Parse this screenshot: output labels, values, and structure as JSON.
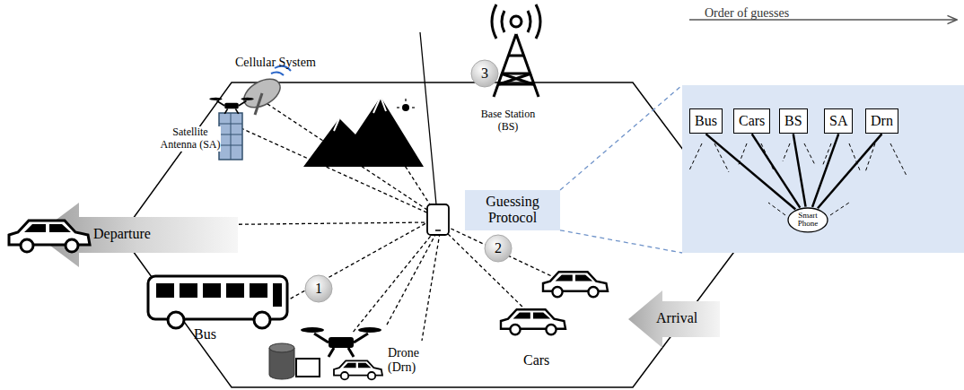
{
  "diagram": {
    "nodes": [
      {
        "text": [
          "Guessing Protocol"
        ]
      },
      {
        "text": [
          "Order of guesses"
        ]
      },
      {
        "text": [
          "Bus"
        ],
        "in": 1
      },
      {
        "text": [
          "Cars"
        ],
        "in": 1
      },
      {
        "text": [
          "BS"
        ],
        "in": 1
      },
      {
        "text": [
          "SA"
        ],
        "in": 1
      },
      {
        "text": [
          "Drn"
        ],
        "in": 1
      },
      {
        "text": [
          "Smart Phone"
        ],
        "in": 1
      }
    ],
    "edges": [
      {
        "from": 7,
        "to": 2,
        "arrow": "none"
      },
      {
        "from": 7,
        "to": 3,
        "arrow": "none"
      },
      {
        "from": 7,
        "to": 4,
        "arrow": "none"
      },
      {
        "from": 7,
        "to": 5,
        "arrow": "none"
      },
      {
        "from": 7,
        "to": 6,
        "arrow": "none"
      }
    ],
    "labels": [
      "Cellular System",
      "Satellite Antenna (SA)",
      "Bus",
      "Drone (Drn)",
      "Cars",
      "Base Station (BS)",
      "1",
      "2",
      "3",
      "Departure",
      "Arrival"
    ]
  }
}
